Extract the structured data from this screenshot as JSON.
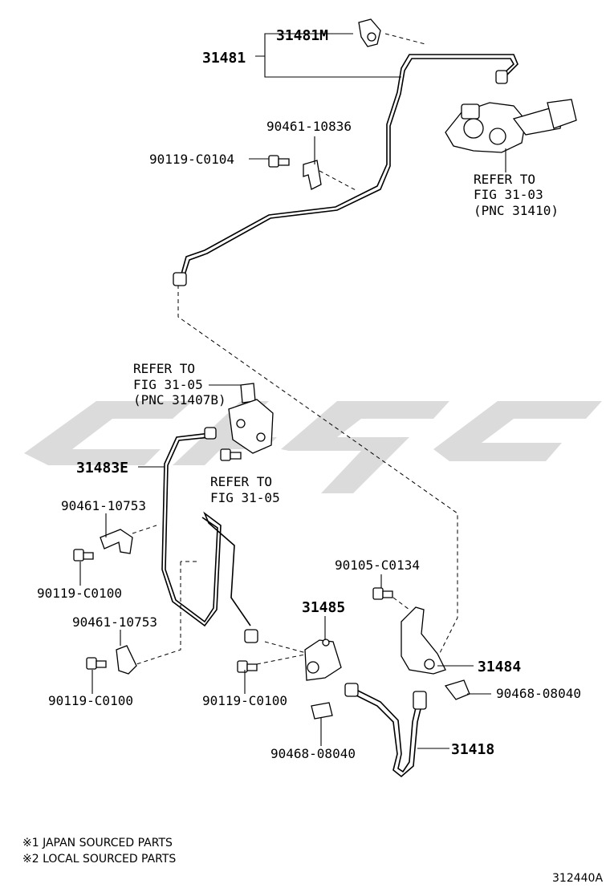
{
  "labels": {
    "p31481": "31481",
    "p31481m": "31481M",
    "p90461_10836": "90461-10836",
    "p90119_c0104": "90119-C0104",
    "refer1_a": "REFER TO",
    "refer1_b": "FIG 31-03",
    "refer1_c": "(PNC 31410)",
    "refer2_a": "REFER TO",
    "refer2_b": "FIG 31-05",
    "refer2_c": "(PNC 31407B)",
    "refer3_a": "REFER TO",
    "refer3_b": "FIG 31-05",
    "p31483e": "31483E",
    "p90461_10753a": "90461-10753",
    "p90119_c0100a": "90119-C0100",
    "p90461_10753b": "90461-10753",
    "p90119_c0100b": "90119-C0100",
    "p90119_c0100c": "90119-C0100",
    "p31485": "31485",
    "p90105_c0134": "90105-C0134",
    "p31484": "31484",
    "p90468_08040a": "90468-08040",
    "p90468_08040b": "90468-08040",
    "p31418": "31418"
  },
  "notes": {
    "note1": "※1 JAPAN SOURCED PARTS",
    "note2": "※2 LOCAL SOURCED PARTS"
  },
  "figure_id": "312440A",
  "colors": {
    "line": "#000000",
    "watermark": "#cfcfcf"
  }
}
